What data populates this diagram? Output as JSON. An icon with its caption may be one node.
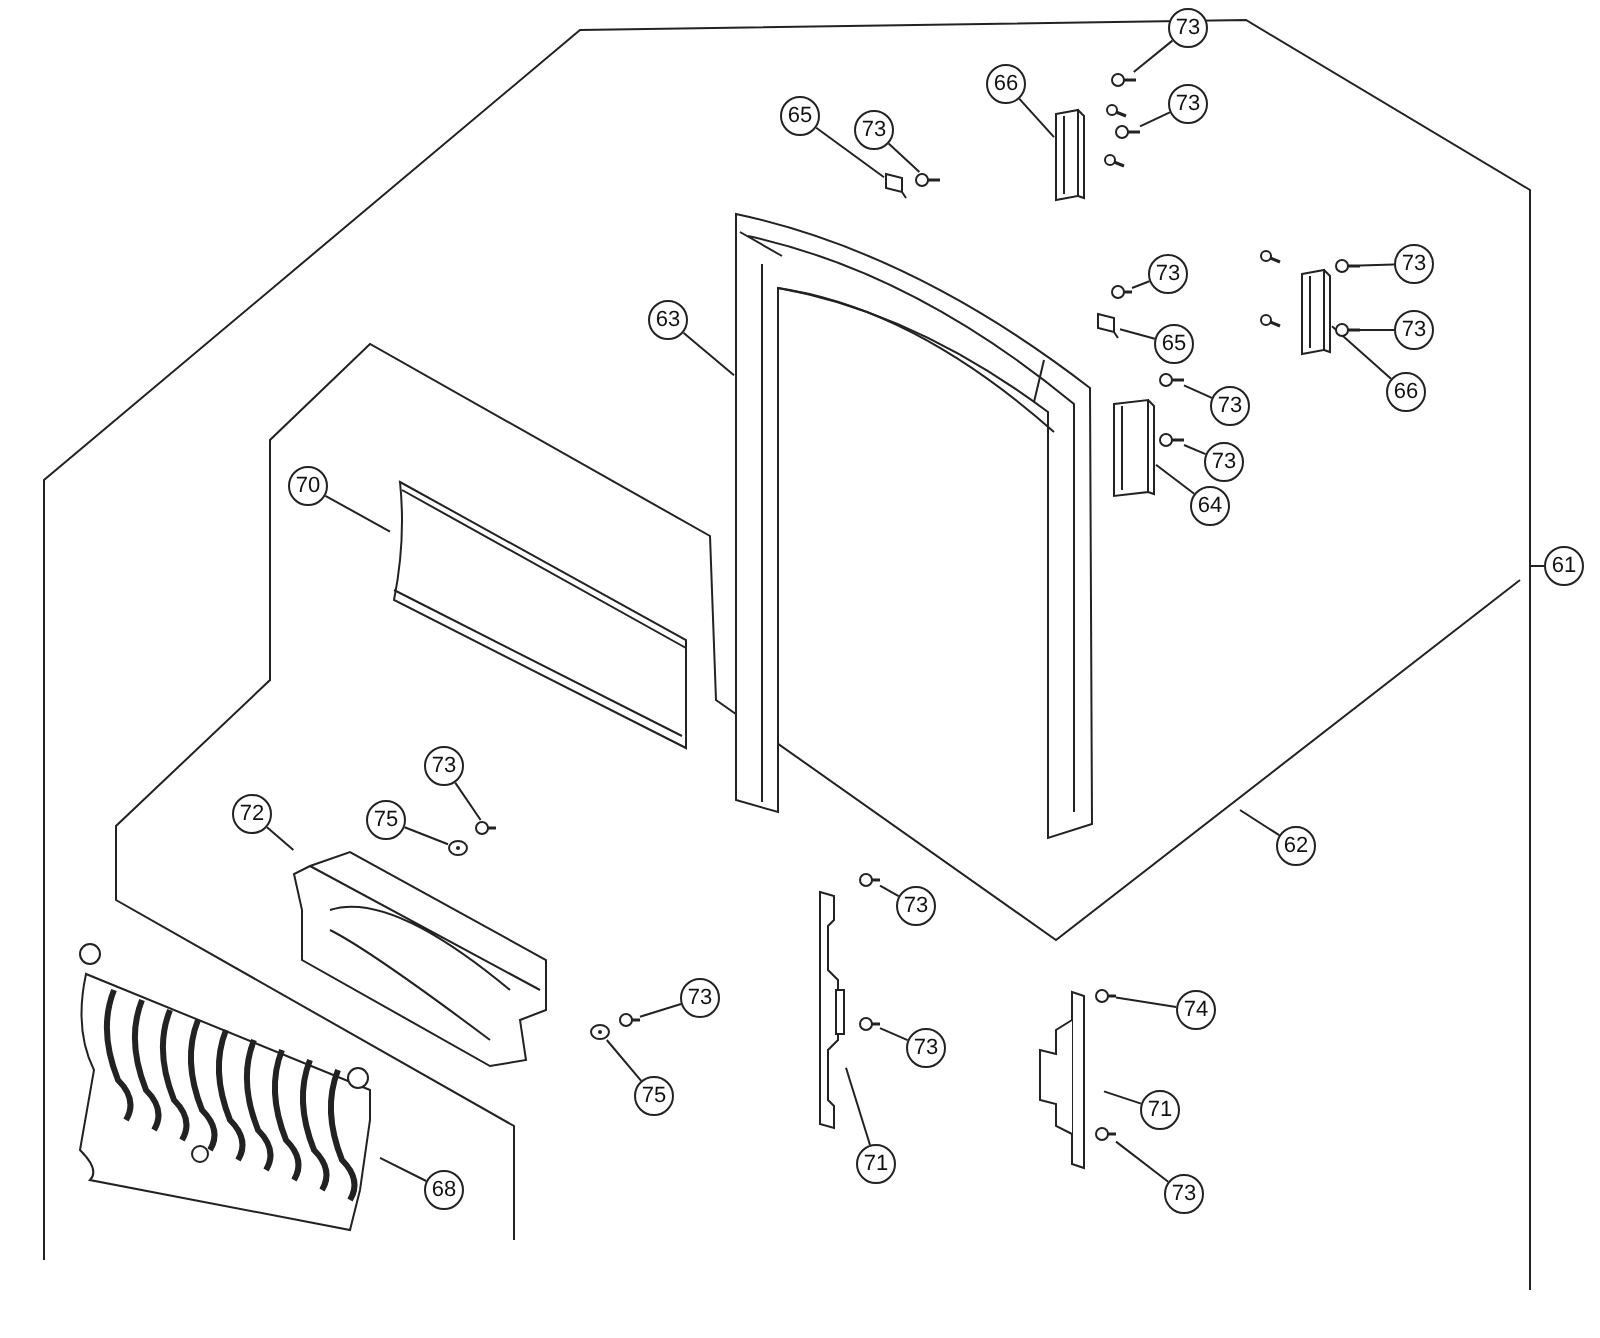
{
  "diagram": {
    "nodes": [
      {
        "text": [
          "73"
        ]
      },
      {
        "text": [],
        "shape": "picture"
      },
      {
        "text": [
          "66"
        ]
      },
      {
        "text": [],
        "shape": "picture"
      },
      {
        "text": [
          "73"
        ]
      },
      {
        "text": [],
        "shape": "picture"
      },
      {
        "text": [
          "65"
        ]
      },
      {
        "text": [],
        "shape": "picture"
      },
      {
        "text": [
          "73"
        ]
      },
      {
        "text": [],
        "shape": "picture"
      },
      {
        "text": [
          "63"
        ]
      },
      {
        "text": [],
        "shape": "picture"
      },
      {
        "text": [
          "73"
        ]
      },
      {
        "text": [],
        "shape": "picture"
      },
      {
        "text": [
          "73"
        ]
      },
      {
        "text": [],
        "shape": "picture"
      },
      {
        "text": [
          "65"
        ]
      },
      {
        "text": [],
        "shape": "picture"
      },
      {
        "text": [
          "73"
        ]
      },
      {
        "text": [],
        "shape": "picture"
      },
      {
        "text": [
          "66"
        ]
      },
      {
        "text": [],
        "shape": "picture"
      },
      {
        "text": [
          "73"
        ]
      },
      {
        "text": [],
        "shape": "picture"
      },
      {
        "text": [
          "73"
        ]
      },
      {
        "text": [],
        "shape": "picture"
      },
      {
        "text": [
          "64"
        ]
      },
      {
        "text": [],
        "shape": "picture"
      },
      {
        "text": [
          "61"
        ]
      },
      {
        "text": [
          "70"
        ]
      },
      {
        "text": [],
        "shape": "picture"
      },
      {
        "text": [
          "72"
        ]
      },
      {
        "text": [],
        "shape": "picture"
      },
      {
        "text": [
          "73"
        ]
      },
      {
        "text": [],
        "shape": "picture"
      },
      {
        "text": [
          "75"
        ]
      },
      {
        "text": [],
        "shape": "picture"
      },
      {
        "text": [
          "62"
        ]
      },
      {
        "text": [
          "73"
        ]
      },
      {
        "text": [],
        "shape": "picture"
      },
      {
        "text": [
          "71"
        ]
      },
      {
        "text": [],
        "shape": "picture"
      },
      {
        "text": [
          "73"
        ]
      },
      {
        "text": [],
        "shape": "picture"
      },
      {
        "text": [
          "74"
        ]
      },
      {
        "text": [],
        "shape": "picture"
      },
      {
        "text": [
          "73"
        ]
      },
      {
        "text": [],
        "shape": "picture"
      },
      {
        "text": [
          "75"
        ]
      },
      {
        "text": [],
        "shape": "picture"
      },
      {
        "text": [
          "71"
        ]
      },
      {
        "text": [],
        "shape": "picture"
      },
      {
        "text": [
          "73"
        ]
      },
      {
        "text": [],
        "shape": "picture"
      },
      {
        "text": [
          "68"
        ]
      },
      {
        "text": [],
        "shape": "picture"
      }
    ],
    "edges": [
      {
        "from": 0,
        "to": 1,
        "arrow": "none"
      },
      {
        "from": 2,
        "to": 3,
        "arrow": "none"
      },
      {
        "from": 4,
        "to": 5,
        "arrow": "none"
      },
      {
        "from": 6,
        "to": 7,
        "arrow": "none"
      },
      {
        "from": 8,
        "to": 9,
        "arrow": "none"
      },
      {
        "from": 10,
        "to": 11,
        "arrow": "none"
      },
      {
        "from": 12,
        "to": 13,
        "arrow": "none"
      },
      {
        "from": 14,
        "to": 15,
        "arrow": "none"
      },
      {
        "from": 16,
        "to": 17,
        "arrow": "none"
      },
      {
        "from": 18,
        "to": 19,
        "arrow": "none"
      },
      {
        "from": 20,
        "to": 21,
        "arrow": "none"
      },
      {
        "from": 22,
        "to": 23,
        "arrow": "none"
      },
      {
        "from": 24,
        "to": 25,
        "arrow": "none"
      },
      {
        "from": 26,
        "to": 27,
        "arrow": "none"
      },
      {
        "from": 28,
        "to": null,
        "arrow": "none"
      },
      {
        "from": 29,
        "to": 30,
        "arrow": "none"
      },
      {
        "from": 31,
        "to": 32,
        "arrow": "none"
      },
      {
        "from": 33,
        "to": 34,
        "arrow": "none"
      },
      {
        "from": 35,
        "to": 36,
        "arrow": "none"
      },
      {
        "from": 37,
        "to": null,
        "arrow": "none"
      },
      {
        "from": 38,
        "to": 39,
        "arrow": "none"
      },
      {
        "from": 40,
        "to": 41,
        "arrow": "none"
      },
      {
        "from": 42,
        "to": 43,
        "arrow": "none"
      },
      {
        "from": 44,
        "to": 45,
        "arrow": "none"
      },
      {
        "from": 46,
        "to": 47,
        "arrow": "none"
      },
      {
        "from": 48,
        "to": 49,
        "arrow": "none"
      },
      {
        "from": 50,
        "to": 51,
        "arrow": "none"
      },
      {
        "from": 52,
        "to": 53,
        "arrow": "none"
      },
      {
        "from": 54,
        "to": 55,
        "arrow": "none"
      }
    ]
  }
}
